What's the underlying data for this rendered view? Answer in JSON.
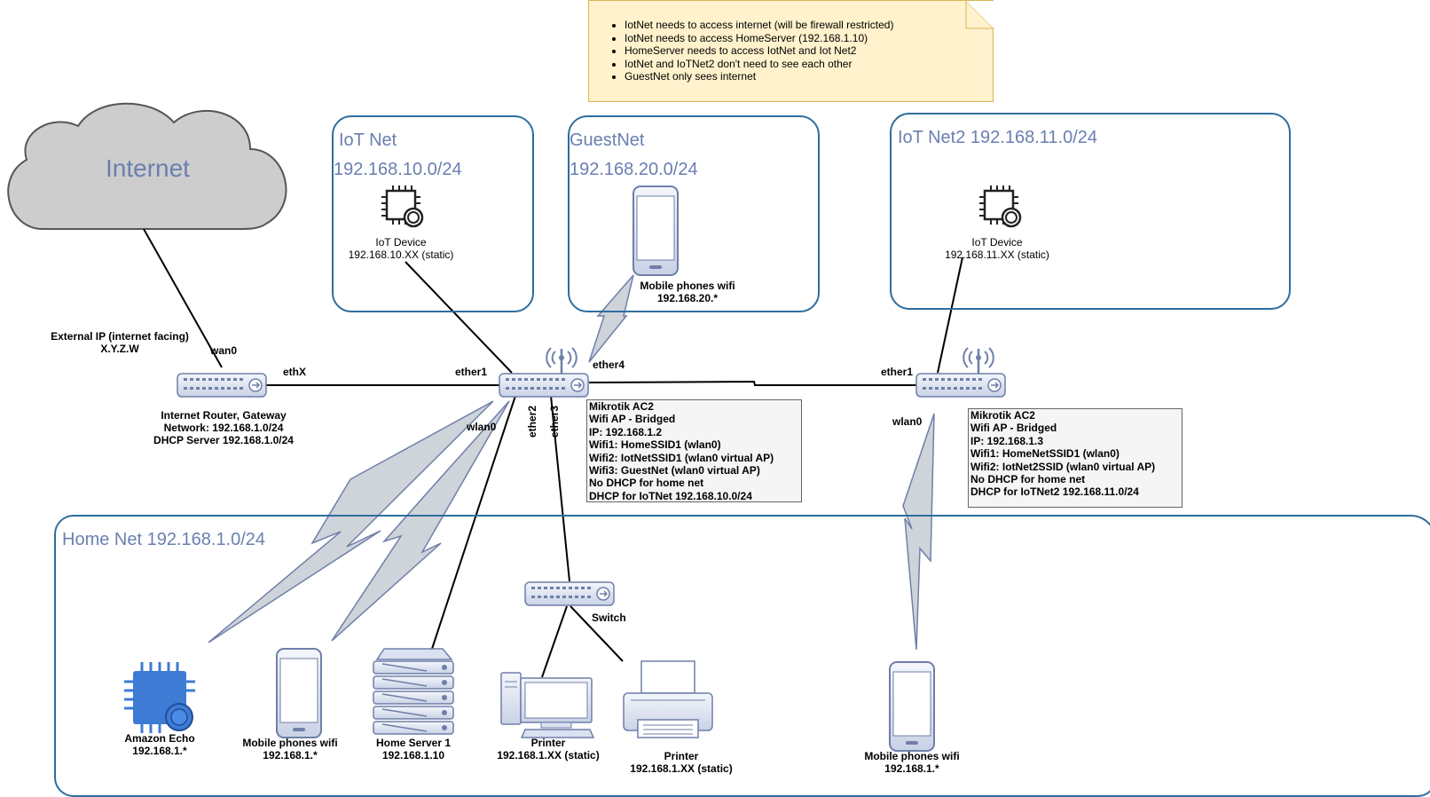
{
  "note": {
    "items": [
      "IotNet needs to access internet (will be firewall restricted)",
      "IotNet needs to access HomeServer (192.168.1.10)",
      "HomeServer needs to access IotNet and Iot Net2",
      "IotNet and IoTNet2 don't need to see each other",
      "GuestNet only sees internet"
    ]
  },
  "internet": {
    "label": "Internet"
  },
  "zones": {
    "iot_net": {
      "name": "IoT Net",
      "subnet": "192.168.10.0/24"
    },
    "guest_net": {
      "name": "GuestNet",
      "subnet": "192.168.20.0/24"
    },
    "iot_net2": {
      "name": "IoT Net2 192.168.11.0/24"
    },
    "home_net": {
      "name": "Home Net 192.168.1.0/24"
    }
  },
  "devices": {
    "iot_device1": {
      "line1": "IoT Device",
      "line2": "192.168.10.XX (static)"
    },
    "guest_phone": {
      "line1": "Mobile phones wifi",
      "line2": "192.168.20.*"
    },
    "iot_device2": {
      "line1": "IoT Device",
      "line2": "192.168.11.XX (static)"
    },
    "router": {
      "line1": "Internet Router, Gateway",
      "line2": "Network: 192.168.1.0/24",
      "line3": "DHCP Server 192.168.1.0/24"
    },
    "external_ip": {
      "line1": "External IP (internet facing)",
      "line2": "X.Y.Z.W"
    },
    "switch": {
      "label": "Switch"
    },
    "echo": {
      "line1": "Amazon Echo",
      "line2": "192.168.1.*"
    },
    "home_phone1": {
      "line1": "Mobile phones wifi",
      "line2": "192.168.1.*"
    },
    "home_server": {
      "line1": "Home Server 1",
      "line2": "192.168.1.10"
    },
    "printer1": {
      "line1": "Printer",
      "line2": "192.168.1.XX (static)"
    },
    "printer2": {
      "line1": "Printer",
      "line2": "192.168.1.XX (static)"
    },
    "home_phone2": {
      "line1": "Mobile phones wifi",
      "line2": "192.168.1.*"
    }
  },
  "ports": {
    "wan0": "wan0",
    "ethX": "ethX",
    "ap1_ether1": "ether1",
    "ap1_ether4": "ether4",
    "ap1_wlan0": "wlan0",
    "ap1_ether2": "ether2",
    "ap1_ether3": "ether3",
    "ap2_ether1": "ether1",
    "ap2_wlan0": "wlan0"
  },
  "ap1_info": [
    "Mikrotik AC2",
    "Wifi AP - Bridged",
    "IP: 192.168.1.2",
    "Wifi1: HomeSSID1 (wlan0)",
    "Wifi2: IotNetSSID1 (wlan0 virtual AP)",
    "Wifi3: GuestNet (wlan0 virtual AP)",
    "No DHCP for home net",
    "DHCP for IoTNet 192.168.10.0/24"
  ],
  "ap2_info": [
    "Mikrotik AC2",
    "Wifi AP - Bridged",
    "IP: 192.168.1.3",
    "Wifi1: HomeNetSSID1 (wlan0)",
    "Wifi2: IotNet2SSID (wlan0 virtual AP)",
    "No DHCP for home net",
    "DHCP for IoTNet2 192.168.11.0/24"
  ],
  "colors": {
    "zone_border": "#2e6e9e",
    "zone_title": "#6a7fb0",
    "note_bg": "#fff2cc",
    "device_fill": "#dae1f0",
    "device_stroke": "#6f7fa8",
    "echo_fill": "#3d7bd4",
    "cloud_fill": "#cdcdcd"
  }
}
